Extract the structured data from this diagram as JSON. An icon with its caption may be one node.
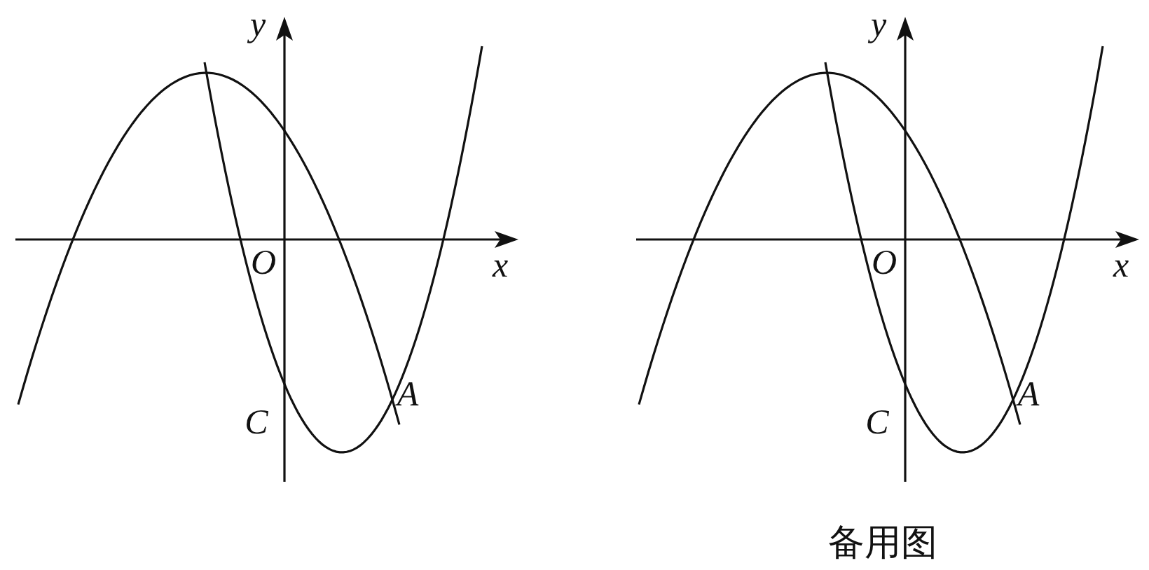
{
  "diagram": {
    "labels": [
      "y",
      "O",
      "x",
      "C",
      "A",
      "y",
      "O",
      "x",
      "C",
      "A",
      "备用图"
    ]
  }
}
